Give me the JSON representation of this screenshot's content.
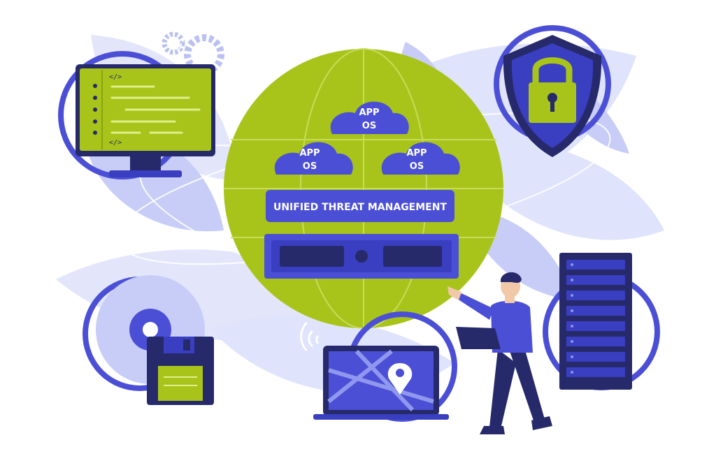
{
  "banner": {
    "title": "UNIFIED THREAT MANAGEMENT"
  },
  "clouds": [
    {
      "line1": "APP",
      "line2": "OS"
    },
    {
      "line1": "APP",
      "line2": "OS"
    },
    {
      "line1": "APP",
      "line2": "OS"
    }
  ],
  "code_screen": {
    "tag_open": "</>",
    "tag_close": "</>"
  },
  "colors": {
    "accent_green": "#a8c41a",
    "primary_blue": "#4b4fd6",
    "dark_navy": "#262a6b",
    "pale_blue": "#dfe3fb",
    "mid_blue": "#b9c1f2"
  },
  "icons": [
    "gear-icon",
    "code-monitor-icon",
    "shield-lock-icon",
    "disc-icon",
    "floppy-disk-icon",
    "laptop-map-icon",
    "map-pin-icon",
    "server-rack-icon",
    "wifi-signal-icon",
    "person-figure",
    "cloud-icon"
  ]
}
